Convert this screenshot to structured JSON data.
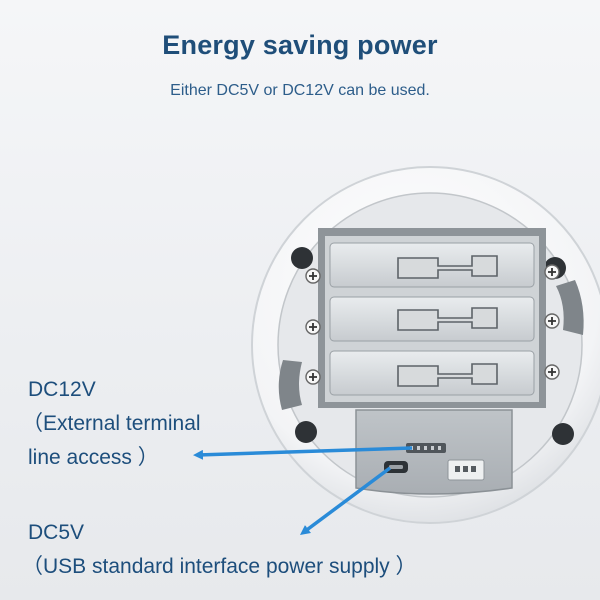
{
  "header": {
    "title": "Energy saving power",
    "subtitle": "Either DC5V or DC12V can be used."
  },
  "callouts": {
    "dc12v": {
      "title": "DC12V",
      "line1": "（External terminal",
      "line2": "line access ）"
    },
    "dc5v": {
      "title": "DC5V",
      "line1": "（USB standard interface power supply ）"
    }
  },
  "colors": {
    "title": "#1f4e79",
    "label": "#1d4e7c",
    "arrow": "#2a8bd8"
  },
  "icons": [
    "plus-terminal-icon",
    "arrow-icon",
    "usb-port-icon",
    "terminal-block-icon"
  ]
}
